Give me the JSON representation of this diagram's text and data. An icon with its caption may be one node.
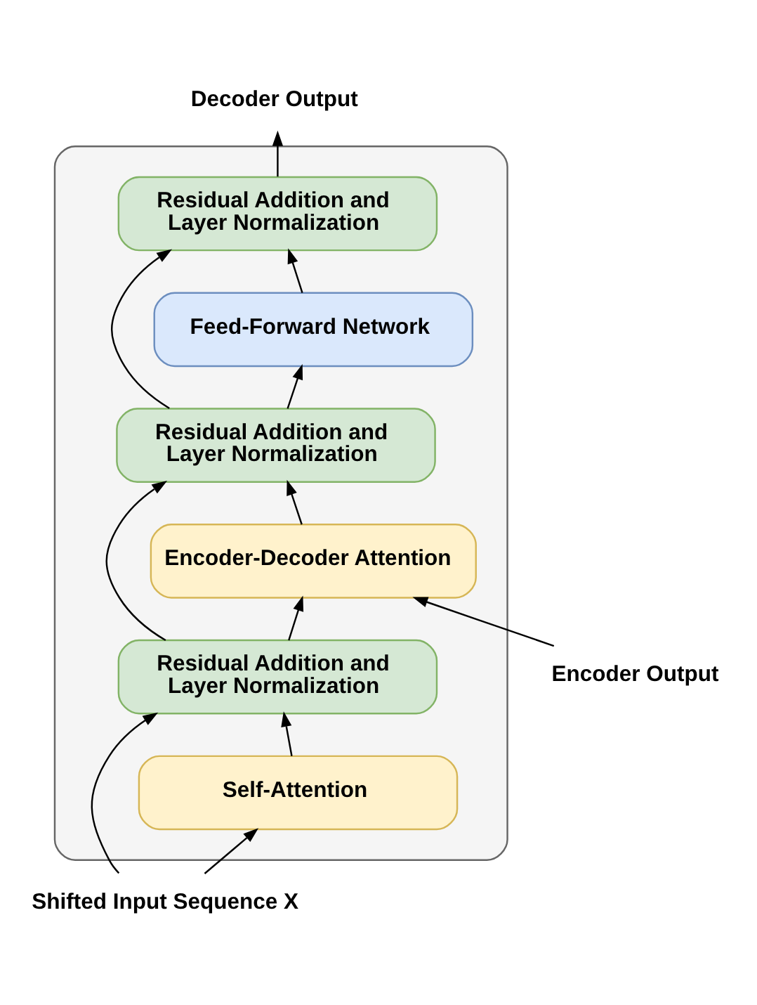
{
  "diagram": {
    "nodes": [
      {
        "text": [
          "Decoder Output"
        ]
      },
      {
        "text": [],
        "shape": "box"
      },
      {
        "text": [
          "Residual Addition and Layer Normalization"
        ],
        "in": 1
      },
      {
        "text": [
          "Feed-Forward Network"
        ],
        "in": 1
      },
      {
        "text": [
          "Residual Addition and Layer Normalization"
        ],
        "in": 1
      },
      {
        "text": [
          "Encoder-Decoder Attention"
        ],
        "in": 1
      },
      {
        "text": [
          "Residual Addition and Layer Normalization"
        ],
        "in": 1
      },
      {
        "text": [
          "Self-Attention"
        ],
        "in": 1
      },
      {
        "text": [
          "Encoder Output"
        ]
      },
      {
        "text": [
          "Shifted Input Sequence X"
        ]
      }
    ],
    "edges": [
      {
        "from": 9,
        "to": 7,
        "arrow": "to"
      },
      {
        "from": 9,
        "to": 6,
        "arrow": "to"
      },
      {
        "from": 7,
        "to": 6,
        "arrow": "to"
      },
      {
        "from": 6,
        "to": 5,
        "arrow": "to"
      },
      {
        "from": 6,
        "to": 4,
        "arrow": "to"
      },
      {
        "from": 8,
        "to": 5,
        "arrow": "to"
      },
      {
        "from": 5,
        "to": 4,
        "arrow": "to"
      },
      {
        "from": 4,
        "to": 3,
        "arrow": "to"
      },
      {
        "from": 4,
        "to": 2,
        "arrow": "to"
      },
      {
        "from": 3,
        "to": 2,
        "arrow": "to"
      },
      {
        "from": 2,
        "to": 0,
        "arrow": "to"
      }
    ]
  }
}
